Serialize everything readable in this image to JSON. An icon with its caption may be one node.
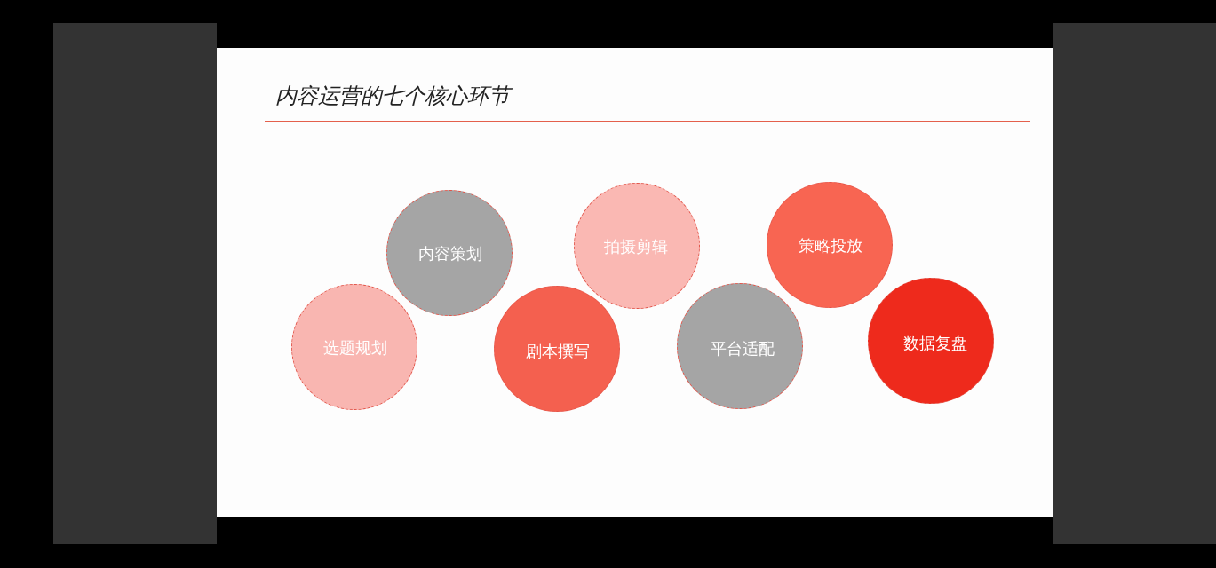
{
  "diagram": {
    "title": "内容运营的七个核心环节",
    "nodes": [
      {
        "text": [
          "选题规划"
        ]
      },
      {
        "text": [
          "内容策划"
        ]
      },
      {
        "text": [
          "剧本撰写"
        ]
      },
      {
        "text": [
          "拍摄剪辑"
        ]
      },
      {
        "text": [
          "平台适配"
        ]
      },
      {
        "text": [
          "策略投放"
        ]
      },
      {
        "text": [
          "数据复盘"
        ]
      }
    ]
  }
}
